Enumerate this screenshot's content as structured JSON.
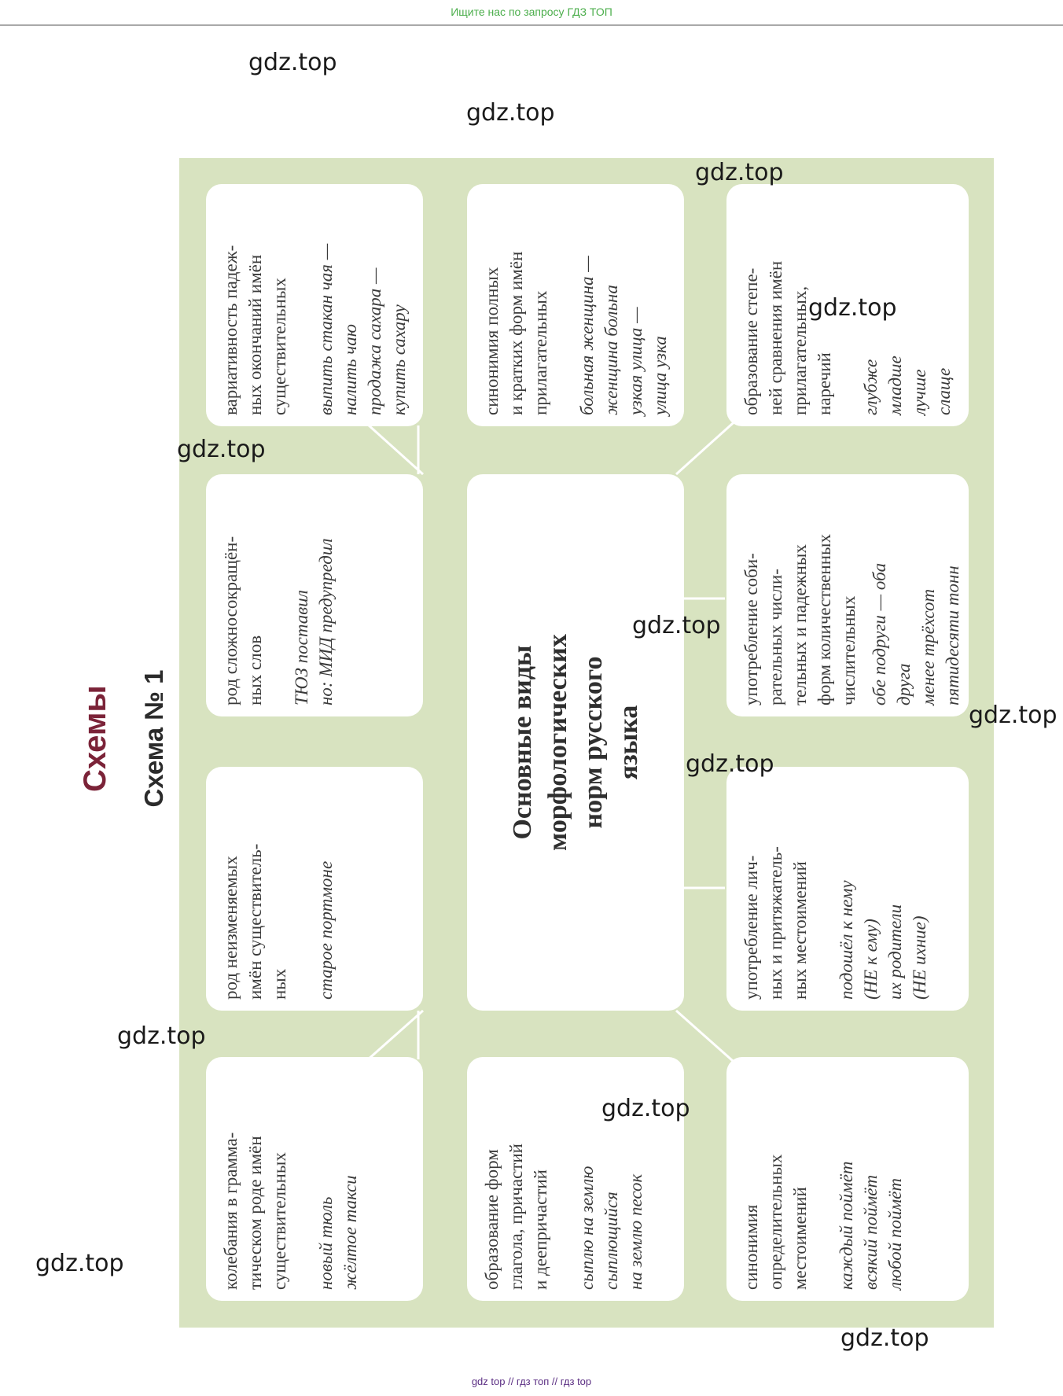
{
  "header": {
    "banner": "Ищите нас по запросу ГДЗ ТОП"
  },
  "footer": {
    "links": "gdz top  //  гдз топ  //  гдз top"
  },
  "titles": {
    "section": "Схемы",
    "scheme": "Схема № 1"
  },
  "watermark": "gdz.top",
  "center": {
    "label": "Основные виды\nморфологических\nнорм русского\nязыка"
  },
  "cards": [
    {
      "desc": "вариативность падеж-\nных окончаний имён\nсуществительных",
      "examples": "выпить стакан чая —\nналить чаю\nпродажа сахара —\nкупить сахару"
    },
    {
      "desc": "синонимия полных\nи кратких форм имён\nприлагательных",
      "examples": "больная женщина —\nженщина больна\nузкая улица —\nулица узка"
    },
    {
      "desc": "образование степе-\nней сравнения имён\nприлагательных,\nнаречий",
      "examples": "глубже\nмладше\nлучше\nслаще"
    },
    {
      "desc": "род сложносокращён-\nных слов",
      "examples": "ТЮЗ поставил\nно: МИД предупредил"
    },
    {
      "desc": "употребление соби-\nрательных числи-\nтельных и падежных\nформ количественных\nчислительных",
      "examples": "обе подруги — оба\nдруга\nменее трёхсот\nпятидесяти тонн"
    },
    {
      "desc": "род неизменяемых\nимён существитель-\nных",
      "examples": "старое портмоне"
    },
    {
      "desc": "употребление лич-\nных и притяжатель-\nных местоимений",
      "examples": "подошёл к нему\n(НЕ к ему)\nих родители\n(НЕ ихние)"
    },
    {
      "desc": "колебания в грамма-\nтическом роде имён\nсуществительных",
      "examples": "новый тюль\nжёлтое такси"
    },
    {
      "desc": "образование форм\nглагола, причастий\nи деепричастий",
      "examples": "сыплю на землю\nсыплющийся\nна землю песок"
    },
    {
      "desc": "синонимия\nопределительных\nместоимений",
      "examples": "каждый поймёт\nвсякий поймёт\nлюбой поймёт"
    }
  ],
  "colors": {
    "board": "#d8e3c0",
    "title": "#7b2338",
    "banner": "#4cae4c",
    "footer": "#5a2d82"
  }
}
